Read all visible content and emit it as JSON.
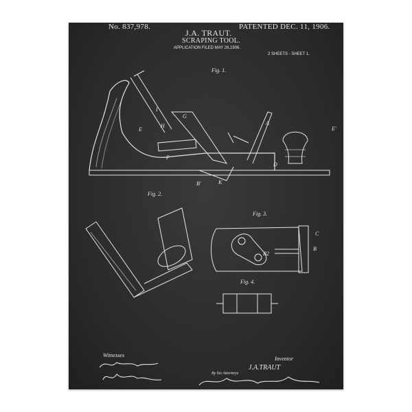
{
  "header": {
    "patent_number": "No. 837,978.",
    "patent_date": "PATENTED DEC. 11, 1906.",
    "inventor": "J.A. TRAUT.",
    "title": "SCRAPING TOOL.",
    "application": "APPLICATION FILED MAY 26,1906.",
    "sheets": "2 SHEETS - SHEET 1."
  },
  "figures": [
    "Fig. 1.",
    "Fig. 2.",
    "Fig. 3.",
    "Fig. 4."
  ],
  "part_labels": [
    "A",
    "B",
    "C",
    "D",
    "E",
    "F",
    "G",
    "H",
    "I",
    "K",
    "E'",
    "B'",
    "B2"
  ],
  "footer": {
    "witnesses_label": "Witnesses",
    "inventor_label": "Inventor",
    "inventor_name": "J.A.TRAUT",
    "attorneys_label": "By his Attorneys"
  },
  "colors": {
    "background": "#2c2c2c",
    "ink": "#e8e8e8"
  }
}
